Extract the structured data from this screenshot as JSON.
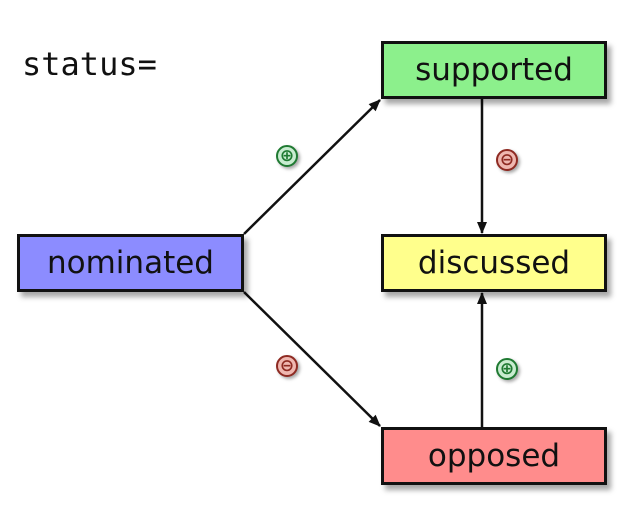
{
  "title": "status=",
  "nodes": {
    "nominated": {
      "label": "nominated",
      "color": "#8c8cff"
    },
    "supported": {
      "label": "supported",
      "color": "#8cf08c"
    },
    "discussed": {
      "label": "discussed",
      "color": "#ffff8c"
    },
    "opposed": {
      "label": "opposed",
      "color": "#ff8c8c"
    }
  },
  "badges": {
    "nominated_to_supported": "⊕",
    "nominated_to_opposed": "⊖",
    "supported_to_discussed": "⊖",
    "opposed_to_discussed": "⊕"
  },
  "colors": {
    "plus_green": "#1f7a32",
    "minus_red": "#8e2a22",
    "arrow": "#111111"
  }
}
